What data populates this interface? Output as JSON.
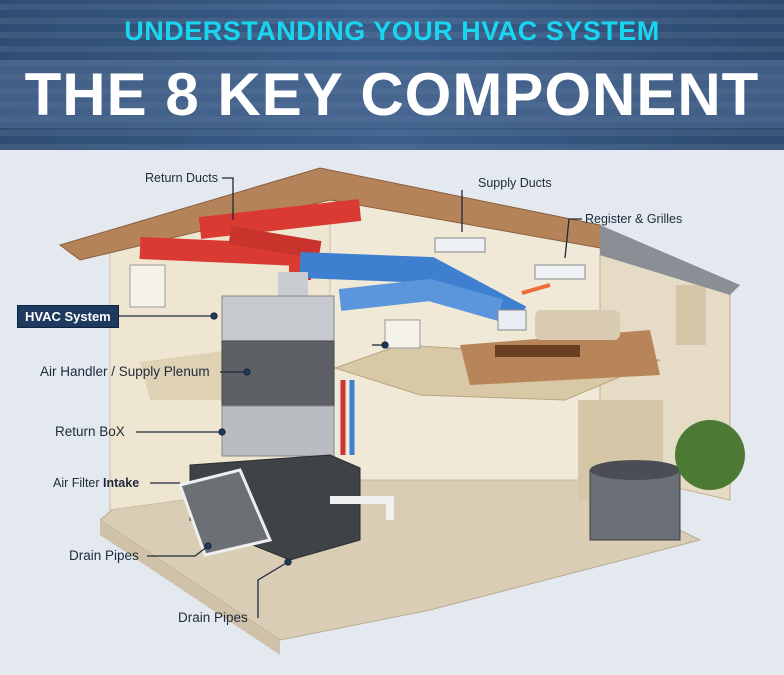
{
  "header": {
    "subtitle": "UNDERSTANDING YOUR HVAC SYSTEM",
    "title": "THE 8 KEY COMPONENT"
  },
  "labels": {
    "return_ducts": "Return Ducts",
    "supply_ducts": "Supply Ducts",
    "register_grilles": "Register & Grilles",
    "hvac_system": "HVAC System",
    "air_handler": "Air Handler / Supply Plenum",
    "return_box": "Return BoX",
    "air_filter": "Air Filter",
    "intake": "Intake",
    "drain_pipes_1": "Drain Pipes",
    "drain_pipes_2": "Drain Pipes"
  },
  "colors": {
    "header_bg": "#2f4d74",
    "subtitle": "#19d6f0",
    "return_duct": "#d93a32",
    "supply_duct": "#3f7fd0",
    "label_box": "#1f3a5f"
  }
}
